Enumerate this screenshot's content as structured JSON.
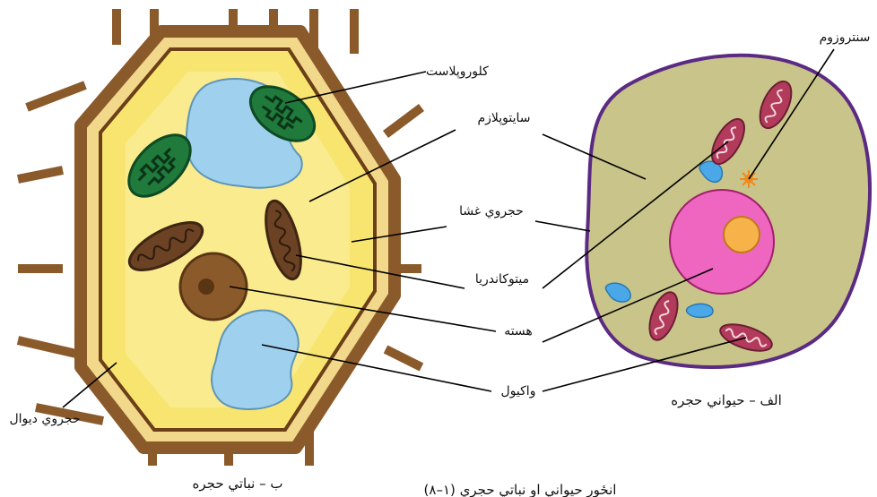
{
  "labels": {
    "chloroplast": "کلوروپلاست",
    "cytoplasm": "سايتوپلازم",
    "cell_membrane": "حجروي غشا",
    "mitochondria": "ميتوکاندريا",
    "nucleus": "هسته",
    "vacuole": "واکيول",
    "cell_wall": "حجروي ديوال",
    "centrosome": "سنتروزوم"
  },
  "captions": {
    "animal_cell": "الف – حيواني حجره",
    "plant_cell": "ب – نباتي حجره",
    "figure": "(۸–۱) انځور حيواني او نباتي حجري"
  },
  "colors": {
    "wall": "#8a5a2b",
    "cytoplasm_plant": "#f6e27a",
    "cytoplasm_animal": "#c9c48a",
    "animal_membrane": "#5b2a83",
    "nucleus_animal": "#ee66c0",
    "nucleolus_animal": "#f7b24a",
    "vacuole": "#9fd1ee",
    "chloroplast": "#1f7a3c",
    "mitochondria": "#6b4223",
    "mitochondria_animal": "#b23a5a",
    "centrosome": "#f08a1c"
  }
}
